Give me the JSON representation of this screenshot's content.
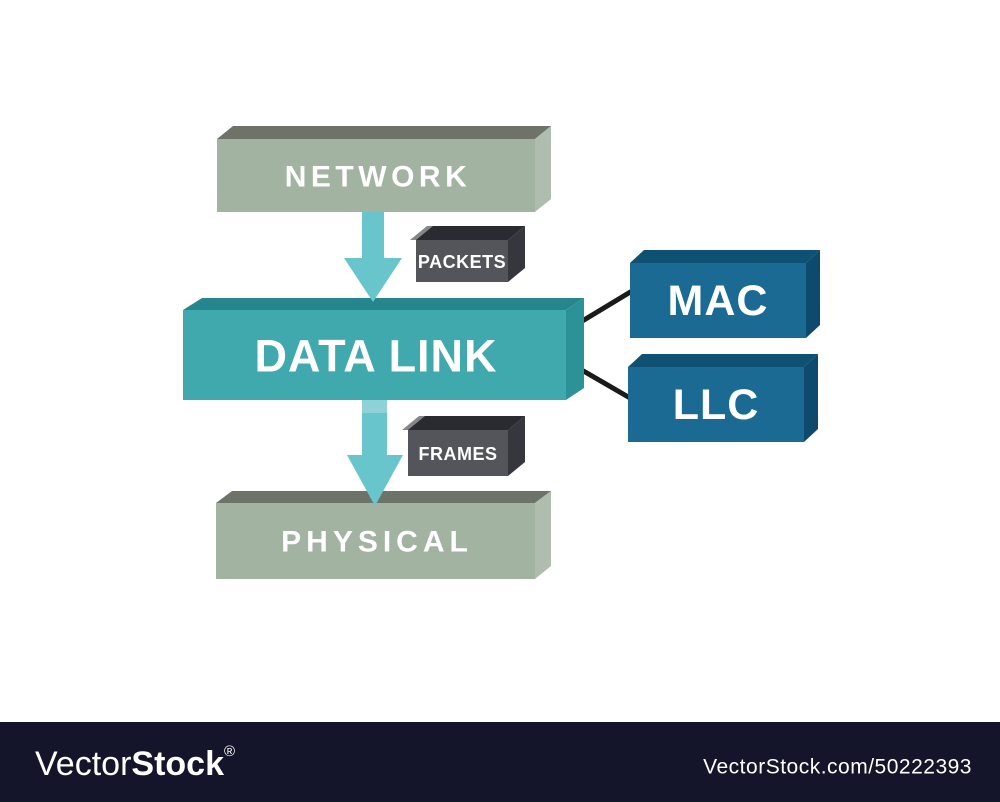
{
  "diagram": {
    "network": {
      "label": "NETWORK"
    },
    "data_link": {
      "label": "DATA LINK"
    },
    "physical": {
      "label": "PHYSICAL"
    },
    "mac": {
      "label": "MAC"
    },
    "llc": {
      "label": "LLC"
    },
    "packets": {
      "label": "PACKETS"
    },
    "frames": {
      "label": "FRAMES"
    }
  },
  "watermark": {
    "brand_light": "Vector",
    "brand_bold": "Stock",
    "registered": "®",
    "site_ref": "VectorStock.com/50222393"
  },
  "colors": {
    "layer_green_front": "#a2b3a1",
    "layer_green_top": "#6e7369",
    "layer_green_side": "#aebdad",
    "teal_front": "#3fa9ae",
    "teal_top": "#26868d",
    "teal_side": "#2d9298",
    "arrow": "#68c5cb",
    "arrow_light": "#8ed2d7",
    "tag_front": "#54555b",
    "tag_top": "#2a2b31",
    "tag_side": "#36373d",
    "tag_bevel": "#85868c",
    "blue_front": "#1a6a94",
    "blue_top": "#0f5173",
    "blue_side": "#0d4a6d",
    "connector": "#1a1a1a",
    "watermark_bar": "#14142a",
    "text_white": "#ffffff"
  }
}
